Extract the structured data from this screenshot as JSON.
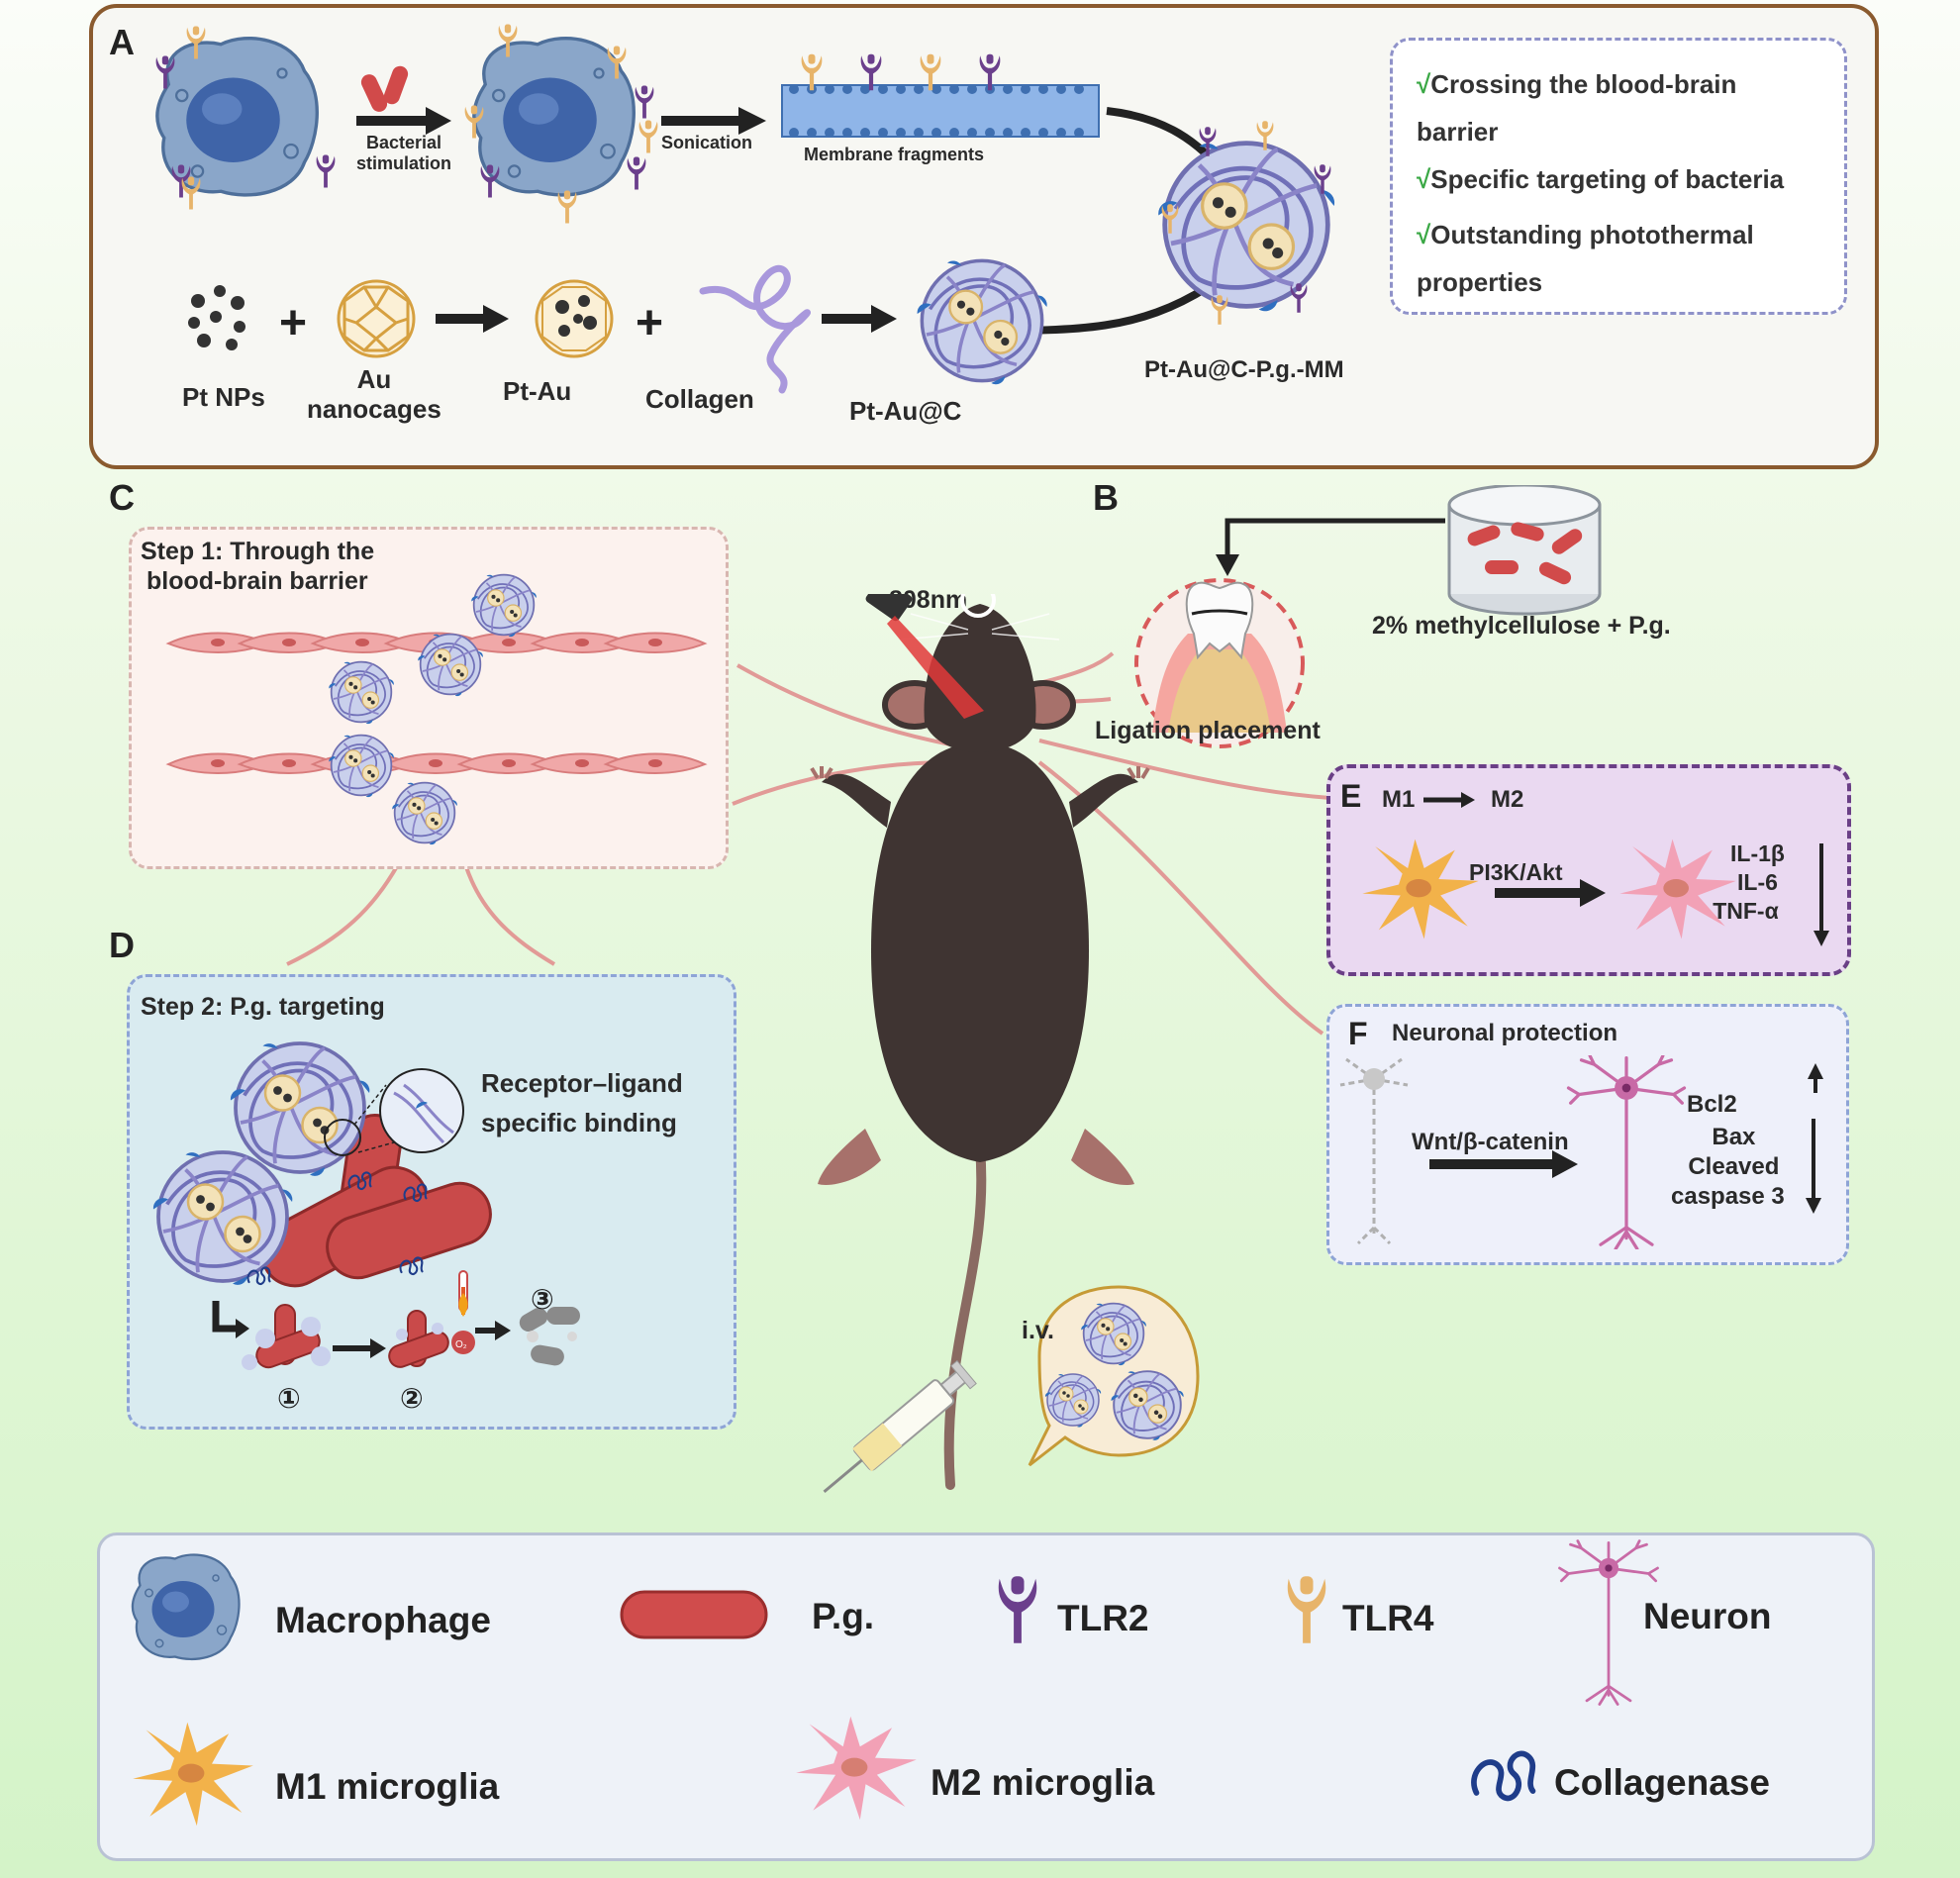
{
  "panelA": {
    "letter": "A",
    "bacterial_stimulation": [
      "Bacterial",
      "stimulation"
    ],
    "sonication": "Sonication",
    "membrane_fragments": "Membrane fragments",
    "pt_nps": "Pt NPs",
    "au_nanocages": [
      "Au",
      "nanocages"
    ],
    "pt_au": "Pt-Au",
    "collagen": "Collagen",
    "pt_au_c": "Pt-Au@C",
    "product": "Pt-Au@C-P.g.-MM",
    "plus": "+",
    "check": "√",
    "properties": [
      [
        "Crossing the blood-brain",
        "barrier"
      ],
      [
        "Specific targeting of bacteria"
      ],
      [
        "Outstanding photothermal",
        "properties"
      ]
    ]
  },
  "panelB": {
    "letter": "B",
    "laser": "808nm",
    "methylcellulose": "2% methylcellulose + P.g.",
    "ligation": "Ligation placement"
  },
  "panelC": {
    "letter": "C",
    "step": [
      "Step 1: Through the",
      "blood-brain barrier"
    ]
  },
  "panelD": {
    "letter": "D",
    "step": "Step 2: P.g. targeting",
    "binding": [
      "Receptor–ligand",
      "specific binding"
    ],
    "stages": [
      "①",
      "②",
      "③"
    ],
    "o2": "O₂"
  },
  "panelE": {
    "letter": "E",
    "m1": "M1",
    "m2": "M2",
    "pathway": "PI3K/Akt",
    "cytokines": [
      "IL-1β",
      "IL-6",
      "TNF-α"
    ]
  },
  "panelF": {
    "letter": "F",
    "title": "Neuronal protection",
    "pathway": "Wnt/β-catenin",
    "bcl2": "Bcl2",
    "markers": [
      "Bax",
      "Cleaved",
      "caspase 3"
    ]
  },
  "iv": "i.v.",
  "legend": {
    "macrophage": "Macrophage",
    "pg": "P.g.",
    "tlr2": "TLR2",
    "tlr4": "TLR4",
    "neuron": "Neuron",
    "m1": "M1 microglia",
    "m2": "M2 microglia",
    "collagenase": "Collagenase"
  },
  "colors": {
    "panelA_border": "#8a5a2e",
    "macrophage": "#7d9cc4",
    "pg_bacteria": "#c94a4a",
    "tlr2": "#6b3f8c",
    "tlr4": "#e7b46a",
    "m1_microglia": "#f2b24a",
    "m2_microglia": "#f2a1b6",
    "neuron": "#c86aa6",
    "collagen": "#8c7cc8",
    "check": "#3aa845",
    "connector": "#e08a8a"
  }
}
